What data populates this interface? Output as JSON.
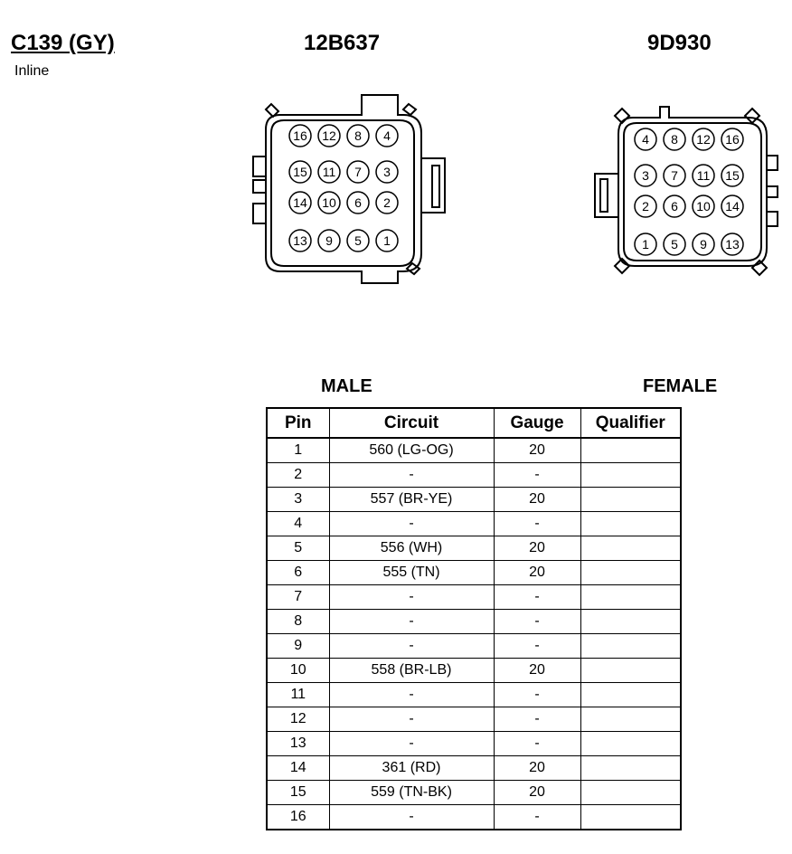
{
  "connector": {
    "id": "C139 (GY)",
    "type": "Inline",
    "male_part": "12B637",
    "female_part": "9D930",
    "male_label": "MALE",
    "female_label": "FEMALE"
  },
  "male_pins": [
    [
      "16",
      "12",
      "8",
      "4"
    ],
    [
      "15",
      "11",
      "7",
      "3"
    ],
    [
      "14",
      "10",
      "6",
      "2"
    ],
    [
      "13",
      "9",
      "5",
      "1"
    ]
  ],
  "female_pins": [
    [
      "4",
      "8",
      "12",
      "16"
    ],
    [
      "3",
      "7",
      "11",
      "15"
    ],
    [
      "2",
      "6",
      "10",
      "14"
    ],
    [
      "1",
      "5",
      "9",
      "13"
    ]
  ],
  "table": {
    "headers": [
      "Pin",
      "Circuit",
      "Gauge",
      "Qualifier"
    ],
    "rows": [
      {
        "pin": "1",
        "circuit": "560 (LG-OG)",
        "gauge": "20",
        "qualifier": ""
      },
      {
        "pin": "2",
        "circuit": "-",
        "gauge": "-",
        "qualifier": ""
      },
      {
        "pin": "3",
        "circuit": "557 (BR-YE)",
        "gauge": "20",
        "qualifier": ""
      },
      {
        "pin": "4",
        "circuit": "-",
        "gauge": "-",
        "qualifier": ""
      },
      {
        "pin": "5",
        "circuit": "556 (WH)",
        "gauge": "20",
        "qualifier": ""
      },
      {
        "pin": "6",
        "circuit": "555 (TN)",
        "gauge": "20",
        "qualifier": ""
      },
      {
        "pin": "7",
        "circuit": "-",
        "gauge": "-",
        "qualifier": ""
      },
      {
        "pin": "8",
        "circuit": "-",
        "gauge": "-",
        "qualifier": ""
      },
      {
        "pin": "9",
        "circuit": "-",
        "gauge": "-",
        "qualifier": ""
      },
      {
        "pin": "10",
        "circuit": "558 (BR-LB)",
        "gauge": "20",
        "qualifier": ""
      },
      {
        "pin": "11",
        "circuit": "-",
        "gauge": "-",
        "qualifier": ""
      },
      {
        "pin": "12",
        "circuit": "-",
        "gauge": "-",
        "qualifier": ""
      },
      {
        "pin": "13",
        "circuit": "-",
        "gauge": "-",
        "qualifier": ""
      },
      {
        "pin": "14",
        "circuit": "361 (RD)",
        "gauge": "20",
        "qualifier": ""
      },
      {
        "pin": "15",
        "circuit": "559 (TN-BK)",
        "gauge": "20",
        "qualifier": ""
      },
      {
        "pin": "16",
        "circuit": "-",
        "gauge": "-",
        "qualifier": ""
      }
    ]
  }
}
